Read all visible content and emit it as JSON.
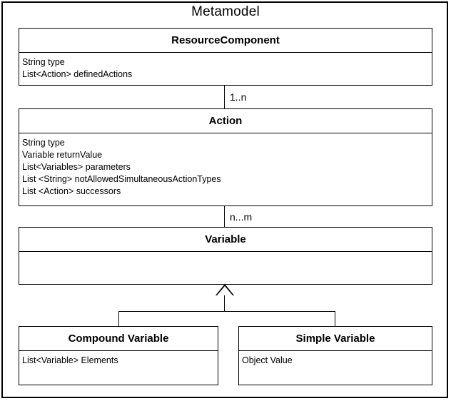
{
  "diagram": {
    "title": "Metamodel",
    "type": "uml-class-diagram"
  },
  "classes": [
    {
      "id": "resource-component",
      "name": "ResourceComponent",
      "attributes": [
        "String type",
        "List<Action> definedActions"
      ]
    },
    {
      "id": "action",
      "name": "Action",
      "attributes": [
        "String type",
        "Variable returnValue",
        "List<Variables> parameters",
        "List <String> notAllowedSimultaneousActionTypes",
        "List <Action> successors"
      ]
    },
    {
      "id": "variable",
      "name": "Variable",
      "attributes": []
    },
    {
      "id": "compound-variable",
      "name": "Compound Variable",
      "attributes": [
        "List<Variable> Elements"
      ]
    },
    {
      "id": "simple-variable",
      "name": "Simple Variable",
      "attributes": [
        "Object Value"
      ]
    }
  ],
  "relationships": [
    {
      "id": "rc-action",
      "from": "ResourceComponent",
      "to": "Action",
      "kind": "association",
      "multiplicity": "1..n"
    },
    {
      "id": "action-variable",
      "from": "Action",
      "to": "Variable",
      "kind": "association",
      "multiplicity": "n...m"
    },
    {
      "id": "compound-generalizes-variable",
      "from": "Compound Variable",
      "to": "Variable",
      "kind": "generalization",
      "multiplicity": ""
    },
    {
      "id": "simple-generalizes-variable",
      "from": "Simple Variable",
      "to": "Variable",
      "kind": "generalization",
      "multiplicity": ""
    }
  ],
  "colors": {
    "line": "#000000",
    "fill": "#ffffff",
    "text": "#000000"
  }
}
